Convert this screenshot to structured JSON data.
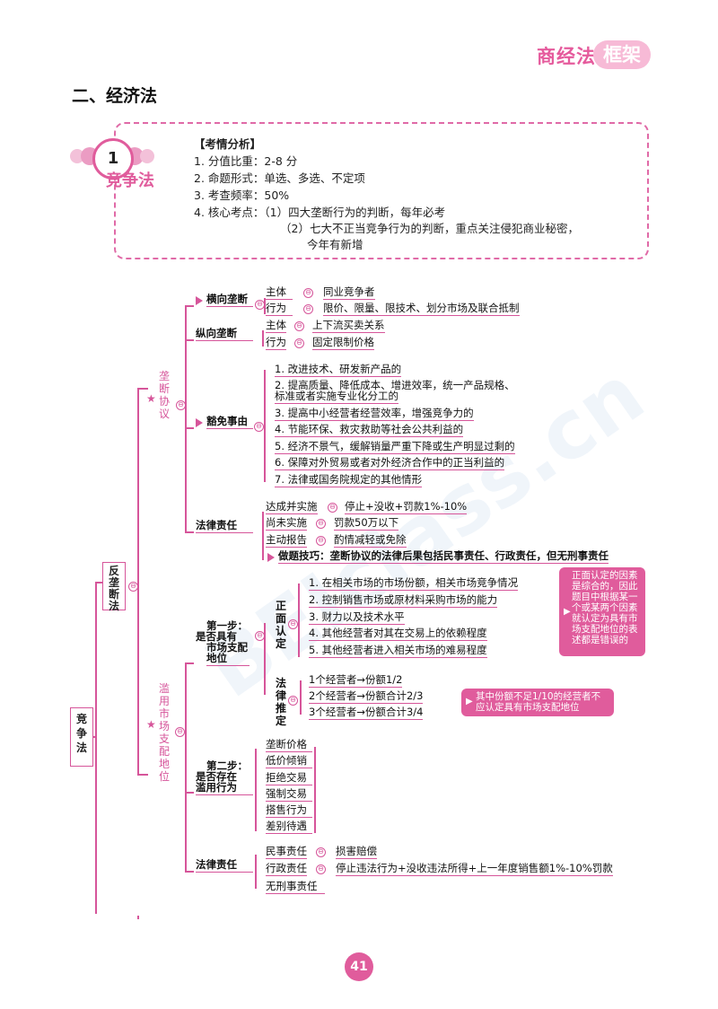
{
  "header": {
    "brand_text": "商经法",
    "brand_box": "框架"
  },
  "section_title": "二、经济法",
  "topic": {
    "number": "1",
    "name": "竞争法"
  },
  "analysis": {
    "heading": "【考情分析】",
    "lines": [
      "1. 分值比重：2-8 分",
      "2. 命题形式：单选、多选、不定项",
      "3. 考查频率：50%",
      "4. 核心考点：（1）四大垄断行为的判断，每年必考",
      "（2）七大不正当竞争行为的判断，重点关注侵犯商业秘密，",
      "今年有新增"
    ]
  },
  "tree": {
    "root": "竞争法",
    "l1": "反垄断法",
    "monopoly_agreement": {
      "label": "垄断协议",
      "horizontal": {
        "label": "横向垄断",
        "subject_k": "主体",
        "subject_v": "同业竞争者",
        "act_k": "行为",
        "act_v": "限价、限量、限技术、划分市场及联合抵制"
      },
      "vertical": {
        "label": "纵向垄断",
        "subject_k": "主体",
        "subject_v": "上下流买卖关系",
        "act_k": "行为",
        "act_v": "固定限制价格"
      },
      "exemption": {
        "label": "豁免事由",
        "items": [
          "1. 改进技术、研发新产品的",
          "2. 提高质量、降低成本、增进效率，统一产品规格、",
          "标准或者实施专业化分工的",
          "3. 提高中小经营者经营效率，增强竞争力的",
          "4. 节能环保、救灾救助等社会公共利益的",
          "5. 经济不景气，缓解销量严重下降或生产明显过剩的",
          "6. 保障对外贸易或者对外经济合作中的正当利益的",
          "7. 法律或国务院规定的其他情形"
        ]
      },
      "liability": {
        "label": "法律责任",
        "r1_k": "达成并实施",
        "r1_v": "停止+没收+罚款1%-10%",
        "r2_k": "尚未实施",
        "r2_v": "罚款50万以下",
        "r3_k": "主动报告",
        "r3_v": "酌情减轻或免除",
        "tip": "做题技巧：垄断协议的法律后果包括民事责任、行政责任，但无刑事责任"
      }
    },
    "abuse": {
      "label": "滥用市场支配地位",
      "step1": {
        "label_a": "第一步：",
        "label_b": "是否具有",
        "label_c": "市场支配",
        "label_d": "地位",
        "positive": "正面认定",
        "pos_items": [
          "1. 在相关市场的市场份额，相关市场竞争情况",
          "2. 控制销售市场或原材料采购市场的能力",
          "3. 财力以及技术水平",
          "4. 其他经营者对其在交易上的依赖程度",
          "5. 其他经营者进入相关市场的难易程度"
        ],
        "pos_note": "正面认定的因素是综合的，因此题目中根据某一个或某两个因素就认定为具有市场支配地位的表述都是错误的",
        "presume": "法律推定",
        "pre_items": [
          "1个经营者→份额1/2",
          "2个经营者→份额合计2/3",
          "3个经营者→份额合计3/4"
        ],
        "pre_note": "其中份额不足1/10的经营者不应认定具有市场支配地位"
      },
      "step2": {
        "label_a": "第二步：",
        "label_b": "是否存在",
        "label_c": "滥用行为",
        "items": [
          "垄断价格",
          "低价倾销",
          "拒绝交易",
          "强制交易",
          "搭售行为",
          "差别待遇"
        ]
      },
      "liability": {
        "label": "法律责任",
        "civil_k": "民事责任",
        "civil_v": "损害赔偿",
        "admin_k": "行政责任",
        "admin_v": "停止违法行为+没收违法所得+上一年度销售额1%-10%罚款",
        "crim": "无刑事责任"
      }
    }
  },
  "watermark": "BEIclass.cn",
  "page_number": "41",
  "colors": {
    "accent": "#d6559a",
    "accent_fill": "#e05c9c"
  }
}
